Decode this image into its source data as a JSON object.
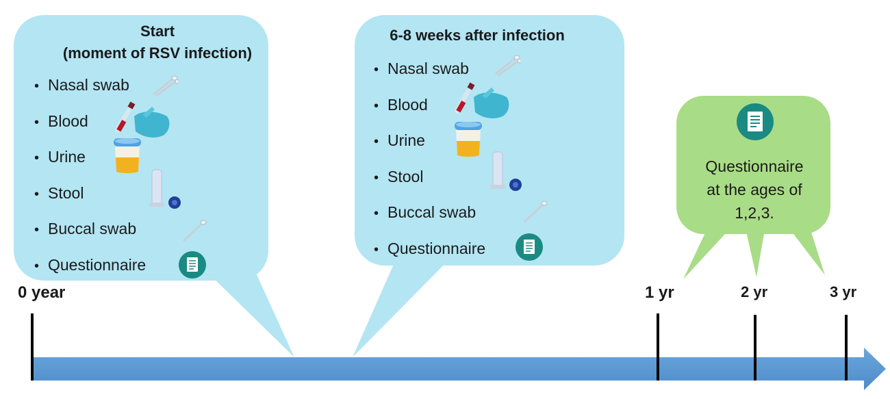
{
  "start_bubble": {
    "title_line1": "Start",
    "title_line2": "(moment of RSV infection)",
    "items": [
      {
        "label": "Nasal swab",
        "icon": "nasal-swab-icon"
      },
      {
        "label": "Blood",
        "icon": "blood-tube-icon"
      },
      {
        "label": "Urine",
        "icon": "urine-cup-icon"
      },
      {
        "label": "Stool",
        "icon": "stool-tube-icon"
      },
      {
        "label": "Buccal swab",
        "icon": "buccal-swab-icon"
      },
      {
        "label": "Questionnaire",
        "icon": "questionnaire-icon"
      }
    ],
    "color": "#b3e5f3"
  },
  "followup_bubble": {
    "title": "6-8 weeks after infection",
    "items": [
      {
        "label": "Nasal swab",
        "icon": "nasal-swab-icon"
      },
      {
        "label": "Blood",
        "icon": "blood-tube-icon"
      },
      {
        "label": "Urine",
        "icon": "urine-cup-icon"
      },
      {
        "label": "Stool",
        "icon": "stool-tube-icon"
      },
      {
        "label": "Buccal swab",
        "icon": "buccal-swab-icon"
      },
      {
        "label": "Questionnaire",
        "icon": "questionnaire-icon"
      }
    ],
    "color": "#b3e5f3"
  },
  "questionnaire_bubble": {
    "line1": "Questionnaire",
    "line2": "at the ages of",
    "line3": "1,2,3.",
    "icon": "questionnaire-icon",
    "color": "#a9dc86"
  },
  "timeline": {
    "labels": {
      "start": "0 year",
      "yr1": "1 yr",
      "yr2": "2 yr",
      "yr3": "3 yr"
    },
    "arrow_color": "#5b9bd5"
  }
}
